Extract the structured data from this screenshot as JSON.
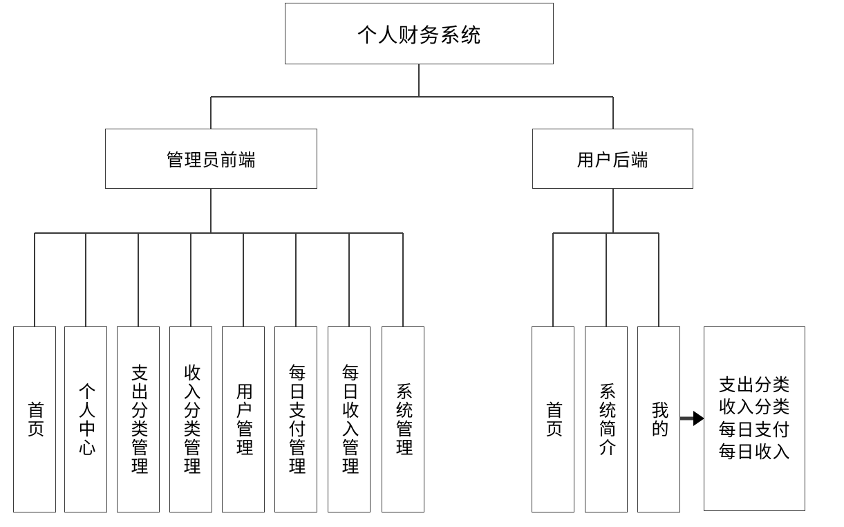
{
  "diagram": {
    "type": "tree-hierarchy",
    "root": {
      "label": "个人财务系统"
    },
    "branches": [
      {
        "label": "管理员前端"
      },
      {
        "label": "用户后端"
      }
    ],
    "admin_leaves": [
      {
        "label": "首页"
      },
      {
        "label": "个人中心"
      },
      {
        "label": "支出分类管理"
      },
      {
        "label": "收入分类管理"
      },
      {
        "label": "用户管理"
      },
      {
        "label": "每日支付管理"
      },
      {
        "label": "每日收入管理"
      },
      {
        "label": "系统管理"
      }
    ],
    "user_leaves": [
      {
        "label": "首页"
      },
      {
        "label": "系统简介"
      },
      {
        "label": "我的"
      }
    ],
    "detail_box": {
      "lines": [
        "支出分类",
        "收入分类",
        "每日支付",
        "每日收入"
      ]
    },
    "colors": {
      "border": "#3a3a3a",
      "connector": "#3a3a3a",
      "background": "#ffffff",
      "text": "#000000"
    }
  }
}
